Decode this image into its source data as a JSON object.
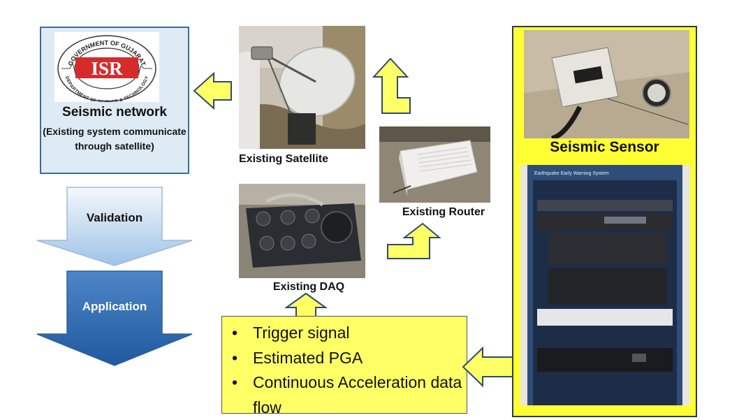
{
  "isr": {
    "logo_text": "ISR",
    "logo_ring_top": "GOVERNMENT OF GUJARAT",
    "logo_ring_bottom": "DEPARTMENT OF SCIENCE & TECHNOLOGY",
    "title": "Seismic network",
    "subtitle": "(Existing system communicate through satellite)"
  },
  "satellite": {
    "label": "Existing Satellite"
  },
  "router": {
    "label": "Existing Router"
  },
  "daq": {
    "label": "Existing DAQ"
  },
  "sensor": {
    "label": "Seismic Sensor",
    "cabinet_caption": "Earthquake Early Warning System"
  },
  "flow": {
    "validation_label": "Validation",
    "application_label": "Application"
  },
  "outputs": {
    "items": [
      "Trigger signal",
      "Estimated PGA",
      "Continuous Acceleration data flow"
    ]
  },
  "colors": {
    "arrow_yellow": "#ffff66",
    "arrow_border": "#2e4a6f",
    "validation_top": "#f4f8fc",
    "validation_bottom": "#9fc3e8",
    "application_top": "#4d86c8",
    "application_bottom": "#1f5a9e",
    "isr_box_fill": "#deebf5",
    "isr_red": "#d62b2b"
  }
}
